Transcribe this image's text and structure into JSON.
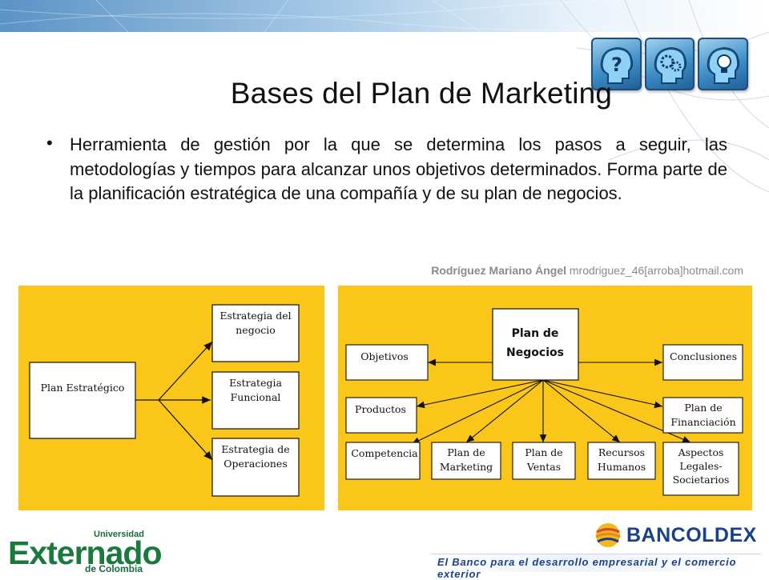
{
  "slide": {
    "title": "Bases del Plan de Marketing",
    "bullet": "Herramienta de gestión por la que se determina los pasos a seguir, las metodologías y tiempos para alcanzar unos objetivos determinados. Forma parte de la planificación estratégica de una compañía y de su plan de negocios.",
    "credit_name": "Rodríguez Mariano Ángel",
    "credit_email": "mrodriguez_46[arroba]hotmail.com"
  },
  "colors": {
    "panel": "#fac619",
    "title": "#111111",
    "bancoldex": "#19418a",
    "externado": "#1a7a3e"
  },
  "icons": [
    "question-head-icon",
    "gears-head-icon",
    "lightbulb-head-icon"
  ],
  "left_diagram": {
    "source": {
      "label": "Plan Estratégico"
    },
    "targets": [
      {
        "line1": "Estrategia del",
        "line2": "negocio"
      },
      {
        "line1": "Estrategia",
        "line2": "Funcional"
      },
      {
        "line1": "Estrategia de",
        "line2": "Operaciones"
      }
    ]
  },
  "right_diagram": {
    "center": {
      "line1": "Plan de",
      "line2": "Negocios"
    },
    "objetivos": "Objetivos",
    "conclusiones": "Conclusiones",
    "productos": "Productos",
    "financiacion": {
      "line1": "Plan de",
      "line2": "Financiación"
    },
    "competencia": "Competencia",
    "marketing": {
      "line1": "Plan de",
      "line2": "Marketing"
    },
    "ventas": {
      "line1": "Plan de",
      "line2": "Ventas"
    },
    "recursos": {
      "line1": "Recursos",
      "line2": "Humanos"
    },
    "aspectos": {
      "line1": "Aspectos",
      "line2": "Legales-",
      "line3": "Societarios"
    }
  },
  "footer": {
    "externado_top": "Universidad",
    "externado_main": "Externado",
    "externado_sub": "de Colombia",
    "bancoldex_name": "BANCOLDEX",
    "bancoldex_tagline": "El Banco para el desarrollo empresarial y el comercio exterior"
  }
}
